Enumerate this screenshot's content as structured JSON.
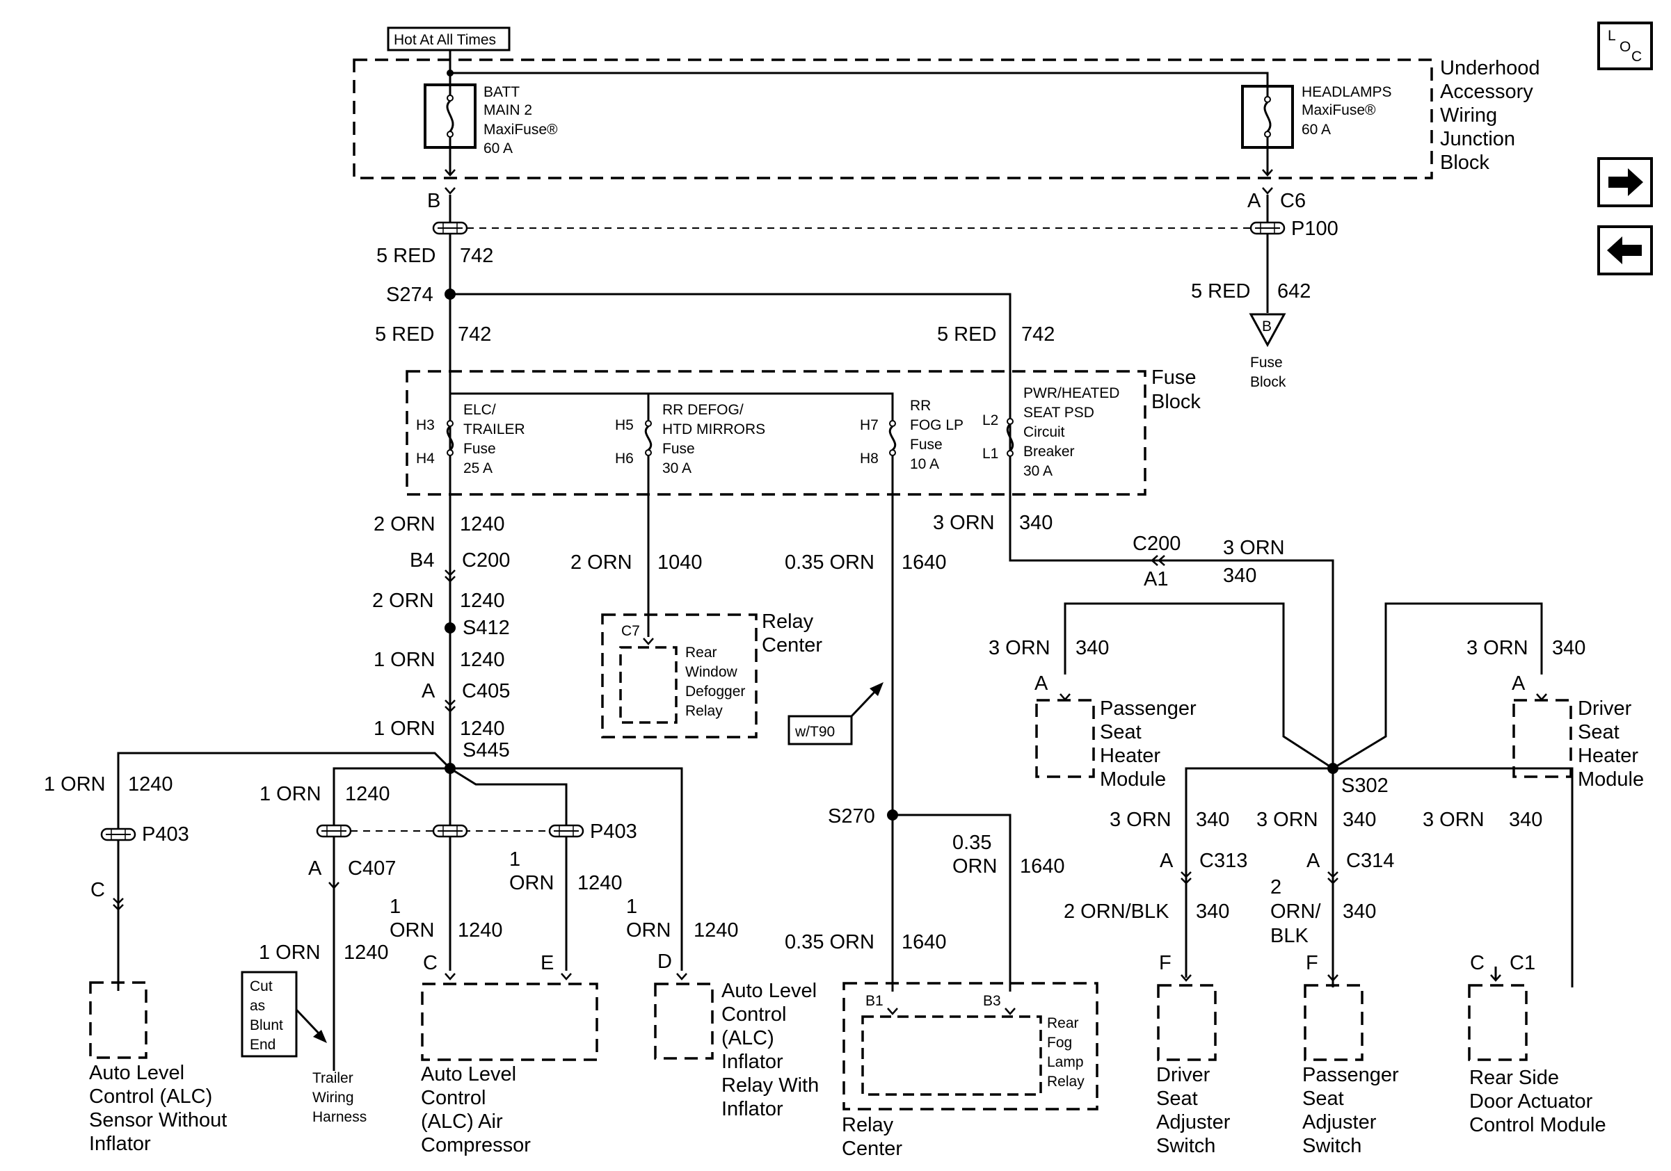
{
  "source": {
    "label": "Hot At All Times"
  },
  "loc_icon": {
    "icon": "loc-icon",
    "letters": [
      "L",
      "O",
      "C"
    ]
  },
  "nav": [
    {
      "icon": "arrow-right-icon",
      "glyph": "➔"
    },
    {
      "icon": "arrow-left-icon",
      "glyph": "⬅"
    }
  ],
  "junction_block": {
    "name_lines": [
      "Underhood",
      "Accessory",
      "Wiring",
      "Junction",
      "Block"
    ],
    "fuse_batt": [
      "BATT",
      "MAIN 2",
      "MaxiFuse®",
      "60 A"
    ],
    "fuse_headlamps": [
      "HEADLAMPS",
      "MaxiFuse®",
      "60 A"
    ]
  },
  "fuse_block": {
    "name_lines": [
      "Fuse",
      "Block"
    ],
    "fuses": [
      {
        "lines": [
          "ELC/",
          "TRAILER",
          "Fuse",
          "25 A"
        ],
        "pin_in": "H3",
        "pin_out": "H4"
      },
      {
        "lines": [
          "RR DEFOG/",
          "HTD MIRRORS",
          "Fuse",
          "30 A"
        ],
        "pin_in": "H5",
        "pin_out": "H6"
      },
      {
        "lines": [
          "RR",
          "FOG LP",
          "Fuse",
          "10 A"
        ],
        "pin_in": "H7",
        "pin_out": "H8"
      },
      {
        "lines": [
          "PWR/HEATED",
          "SEAT PSD",
          "Circuit",
          "Breaker",
          "30 A"
        ],
        "pin_in": "L2",
        "pin_out": "L1"
      }
    ]
  },
  "labels": {
    "B": "B",
    "A": "A",
    "C6": "C6",
    "P100": "P100",
    "red742": "5 RED",
    "c742": "742",
    "S274": "S274",
    "red642": "5 RED",
    "c642": "642",
    "fuseblock_ref": [
      "Fuse",
      "Block"
    ],
    "B_tri": "B",
    "orn2_1240": "2 ORN",
    "c1240": "1240",
    "B4": "B4",
    "C200": "C200",
    "S412": "S412",
    "orn1_1240": "1 ORN",
    "C405": "C405",
    "S445": "S445",
    "orn2_1040": "2 ORN",
    "c1040": "1040",
    "orn035": "0.35 ORN",
    "c1640": "1640",
    "orn3": "3 ORN",
    "c340": "340",
    "A1": "A1",
    "C7": "C7",
    "wT90": "w/T90",
    "S270": "S270",
    "S302": "S302",
    "orn035_two": [
      "0.35",
      "ORN"
    ],
    "P403": "P403",
    "C407": "C407",
    "C": "C",
    "E": "E",
    "D": "D",
    "F": "F",
    "C1": "C1",
    "C313": "C313",
    "C314": "C314",
    "B1": "B1",
    "B3": "B3",
    "orn_blk": "2 ORN/BLK",
    "orn_blk_stack": [
      "2",
      "ORN/",
      "BLK"
    ],
    "orn1_stack": [
      "1",
      "ORN"
    ]
  },
  "components": {
    "relay_center_a": [
      "Relay",
      "Center"
    ],
    "rear_defog_relay": [
      "Rear",
      "Window",
      "Defogger",
      "Relay"
    ],
    "pass_heater": [
      "Passenger",
      "Seat",
      "Heater",
      "Module"
    ],
    "drv_heater": [
      "Driver",
      "Seat",
      "Heater",
      "Module"
    ],
    "alc_sensor": [
      "Auto Level",
      "Control (ALC)",
      "Sensor Without",
      "Inflator"
    ],
    "blunt_end": [
      "Cut",
      "as",
      "Blunt",
      "End"
    ],
    "trailer_harness": [
      "Trailer",
      "Wiring",
      "Harness"
    ],
    "alc_compressor": [
      "Auto Level",
      "Control",
      "(ALC) Air",
      "Compressor"
    ],
    "alc_inflator_relay": [
      "Auto Level",
      "Control",
      "(ALC)",
      "Inflator",
      "Relay With",
      "Inflator"
    ],
    "relay_center_b": [
      "Relay",
      "Center"
    ],
    "rear_fog_relay": [
      "Rear",
      "Fog",
      "Lamp",
      "Relay"
    ],
    "drv_seat_switch": [
      "Driver",
      "Seat",
      "Adjuster",
      "Switch"
    ],
    "pass_seat_switch": [
      "Passenger",
      "Seat",
      "Adjuster",
      "Switch"
    ],
    "rear_door_module": [
      "Rear Side",
      "Door Actuator",
      "Control Module"
    ]
  }
}
